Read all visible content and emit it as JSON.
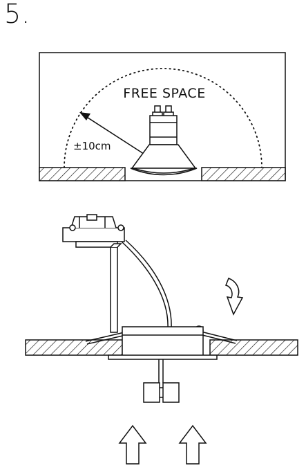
{
  "step": {
    "number": "5."
  },
  "panel_top": {
    "label_free_space": "FREE SPACE",
    "label_distance": "±10cm"
  },
  "colors": {
    "line": "#111111",
    "background": "#ffffff"
  }
}
